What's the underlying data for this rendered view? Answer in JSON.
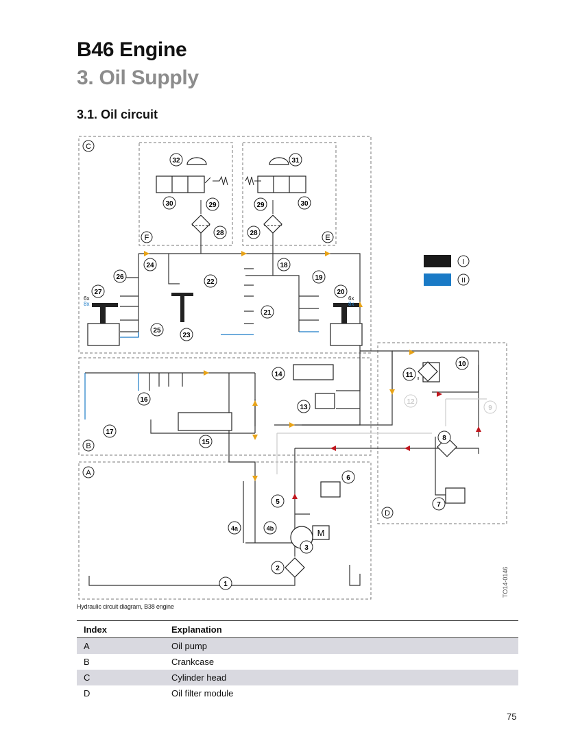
{
  "title": "B46 Engine",
  "section": "3. Oil Supply",
  "subsection": "3.1. Oil circuit",
  "figure": {
    "caption": "Hydraulic circuit diagram, B38 engine",
    "graphic_id": "TO14-0146",
    "area_labels": [
      "A",
      "B",
      "C",
      "D",
      "E",
      "F"
    ],
    "legend": [
      {
        "label": "I",
        "color": "#1a1a1a"
      },
      {
        "label": "II",
        "color": "#1a7ac6"
      }
    ],
    "multipliers": {
      "black": "6x",
      "blue": "8x"
    },
    "motor_label": "M",
    "component_numbers": [
      "1",
      "2",
      "3",
      "4a",
      "4b",
      "5",
      "6",
      "7",
      "8",
      "9",
      "10",
      "11",
      "12",
      "13",
      "14",
      "15",
      "16",
      "17",
      "18",
      "19",
      "20",
      "21",
      "22",
      "23",
      "24",
      "25",
      "26",
      "27",
      "28",
      "29",
      "30",
      "31",
      "32"
    ],
    "flow_colors": {
      "oil_flow": "#e8a317",
      "pressure": "#c0171e",
      "line": "#333333"
    }
  },
  "table": {
    "headers": [
      "Index",
      "Explanation"
    ],
    "rows": [
      [
        "A",
        "Oil pump"
      ],
      [
        "B",
        "Crankcase"
      ],
      [
        "C",
        "Cylinder head"
      ],
      [
        "D",
        "Oil filter module"
      ]
    ]
  },
  "page_number": "75"
}
